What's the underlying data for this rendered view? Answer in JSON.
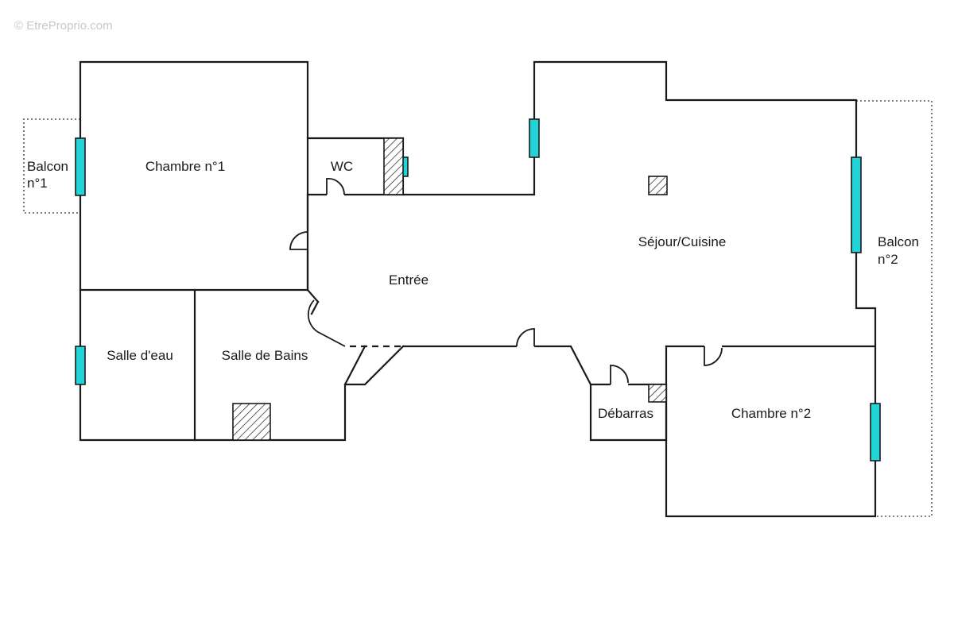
{
  "watermark": "© EtreProprio.com",
  "rooms": {
    "chambre1": "Chambre n°1",
    "balcon1_line1": "Balcon",
    "balcon1_line2": "n°1",
    "wc": "WC",
    "entree": "Entrée",
    "sejour": "Séjour/Cuisine",
    "balcon2_line1": "Balcon",
    "balcon2_line2": "n°2",
    "salle_eau": "Salle d'eau",
    "salle_bains": "Salle de Bains",
    "debarras": "Débarras",
    "chambre2": "Chambre n°2"
  },
  "colors": {
    "window": "#22d3d8",
    "wall": "#1a1a1a",
    "watermark": "#c8c8c8"
  }
}
